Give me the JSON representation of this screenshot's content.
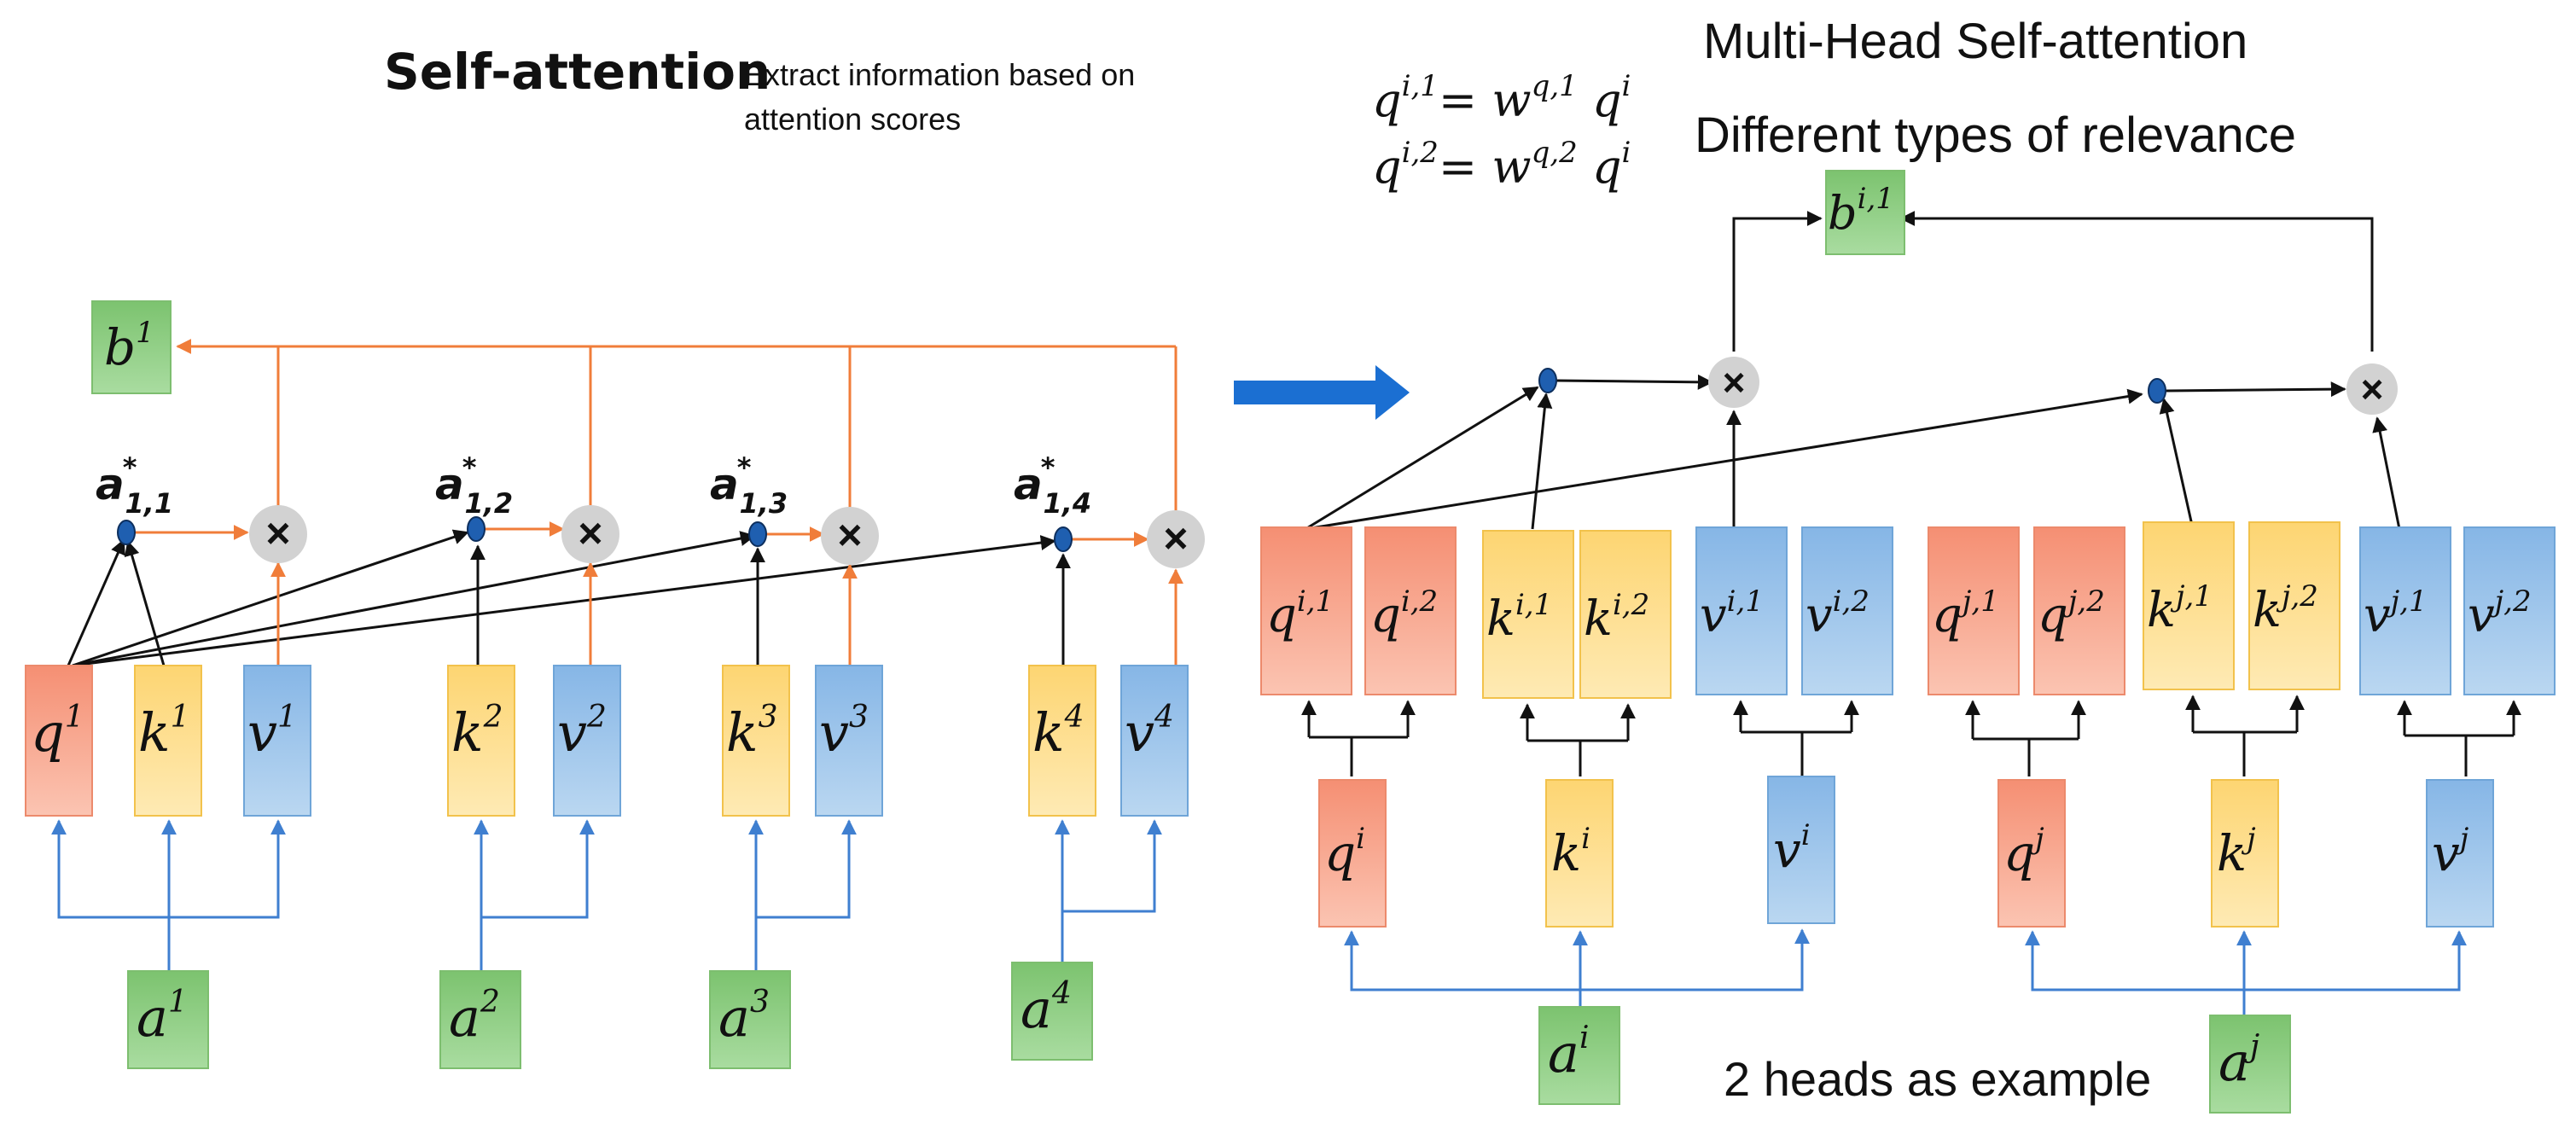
{
  "left": {
    "title": "Self-attention",
    "caption_line1": "Extract information based on",
    "caption_line2": "attention scores",
    "output": {
      "base": "b",
      "sup": "1"
    },
    "scores": [
      {
        "base": "a",
        "star": "*",
        "sub": "1,1"
      },
      {
        "base": "a",
        "star": "*",
        "sub": "1,2"
      },
      {
        "base": "a",
        "star": "*",
        "sub": "1,3"
      },
      {
        "base": "a",
        "star": "*",
        "sub": "1,4"
      }
    ],
    "vectors": [
      {
        "base": "q",
        "sup": "1"
      },
      {
        "base": "k",
        "sup": "1"
      },
      {
        "base": "v",
        "sup": "1"
      },
      {
        "base": "k",
        "sup": "2"
      },
      {
        "base": "v",
        "sup": "2"
      },
      {
        "base": "k",
        "sup": "3"
      },
      {
        "base": "v",
        "sup": "3"
      },
      {
        "base": "k",
        "sup": "4"
      },
      {
        "base": "v",
        "sup": "4"
      }
    ],
    "inputs": [
      {
        "base": "a",
        "sup": "1"
      },
      {
        "base": "a",
        "sup": "2"
      },
      {
        "base": "a",
        "sup": "3"
      },
      {
        "base": "a",
        "sup": "4"
      }
    ]
  },
  "right": {
    "title": "Multi-Head Self-attention",
    "subtitle": "Different types of relevance",
    "footer": "2 heads as example",
    "eq1": {
      "lhs": "q",
      "lhs_sup": "i,1",
      "eq": "=",
      "w": "w",
      "w_sup": "q,1",
      "rhs": "q",
      "rhs_sup": "i"
    },
    "eq2": {
      "lhs": "q",
      "lhs_sup": "i,2",
      "eq": "=",
      "w": "w",
      "w_sup": "q,2",
      "rhs": "q",
      "rhs_sup": "i"
    },
    "output": {
      "base": "b",
      "sup": "i,1"
    },
    "heads": [
      {
        "base": "q",
        "sup": "i,1"
      },
      {
        "base": "q",
        "sup": "i,2"
      },
      {
        "base": "k",
        "sup": "i,1"
      },
      {
        "base": "k",
        "sup": "i,2"
      },
      {
        "base": "v",
        "sup": "i,1"
      },
      {
        "base": "v",
        "sup": "i,2"
      },
      {
        "base": "q",
        "sup": "j,1"
      },
      {
        "base": "q",
        "sup": "j,2"
      },
      {
        "base": "k",
        "sup": "j,1"
      },
      {
        "base": "k",
        "sup": "j,2"
      },
      {
        "base": "v",
        "sup": "j,1"
      },
      {
        "base": "v",
        "sup": "j,2"
      }
    ],
    "vectors": [
      {
        "base": "q",
        "sup": "i"
      },
      {
        "base": "k",
        "sup": "i"
      },
      {
        "base": "v",
        "sup": "i"
      },
      {
        "base": "q",
        "sup": "j"
      },
      {
        "base": "k",
        "sup": "j"
      },
      {
        "base": "v",
        "sup": "j"
      }
    ],
    "inputs": [
      {
        "base": "a",
        "sup": "i"
      },
      {
        "base": "a",
        "sup": "j"
      }
    ]
  },
  "multiply_symbol": "×",
  "colors": {
    "query": "#f6a48d",
    "key": "#fddc8a",
    "value": "#9dc3e6",
    "input": "#8fce84",
    "orange_line": "#f07d3a",
    "blue_line": "#3f7fd0",
    "black_line": "#111111",
    "dot": "#1f5fb0",
    "multiply_bg": "#d2d2d2",
    "big_arrow": "#1b6fd2"
  }
}
